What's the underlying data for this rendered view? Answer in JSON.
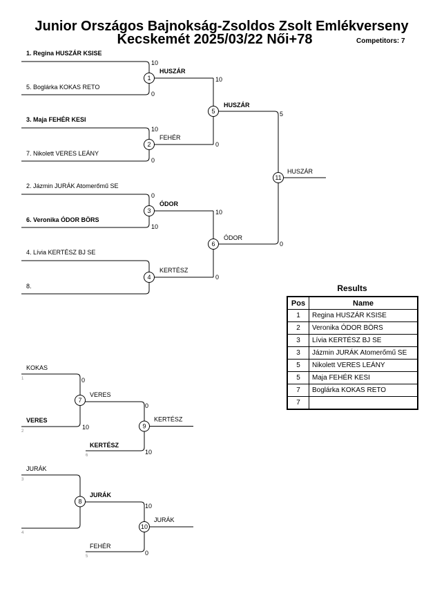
{
  "header": {
    "title_line1": "Junior Országos Bajnokság-Zsoldos Zsolt Emlékverseny",
    "title_line2": "Kecskemét 2025/03/22 Női+78",
    "competitors": "Competitors: 7"
  },
  "main_bracket": {
    "entrants": [
      {
        "label": "1. Regina HUSZÁR KSISE",
        "bold": true
      },
      {
        "label": "5. Boglárka KOKAS RETO",
        "bold": false
      },
      {
        "label": "3. Maja FEHÉR KESI",
        "bold": true
      },
      {
        "label": "7. Nikolett VERES LEÁNY",
        "bold": false
      },
      {
        "label": "2. Jázmin JURÁK Atomerőmű SE",
        "bold": false
      },
      {
        "label": "6. Veronika ÓDOR BÖRS",
        "bold": true
      },
      {
        "label": "4. Lívia KERTÉSZ BJ SE",
        "bold": false
      },
      {
        "label": "8.",
        "bold": false
      }
    ],
    "round1": [
      {
        "match": "1",
        "winner": "HUSZÁR",
        "scores": [
          "10",
          "0"
        ]
      },
      {
        "match": "2",
        "winner": "FEHÉR",
        "scores": [
          "10",
          "0"
        ]
      },
      {
        "match": "3",
        "winner": "ÓDOR",
        "scores": [
          "0",
          "10"
        ]
      },
      {
        "match": "4",
        "winner": "KERTÉSZ",
        "scores": [
          "",
          ""
        ]
      }
    ],
    "round2": [
      {
        "match": "5",
        "winner": "HUSZÁR",
        "scores": [
          "10",
          "0"
        ]
      },
      {
        "match": "6",
        "winner": "ÓDOR",
        "scores": [
          "10",
          "0"
        ]
      }
    ],
    "final": {
      "match": "11",
      "winner": "HUSZÁR",
      "scores": [
        "5",
        "0"
      ]
    }
  },
  "repechage": [
    {
      "first": {
        "name": "KOKAS",
        "seed": "1",
        "score": "0",
        "bold": false
      },
      "second": {
        "name": "VERES",
        "seed": "2",
        "score": "10",
        "bold": true
      },
      "match": "7",
      "r1_winner": "VERES",
      "r1_score": "0",
      "third": {
        "name": "KERTÉSZ",
        "seed": "6",
        "score": "10",
        "bold": true
      },
      "final_match": "9",
      "final_winner": "KERTÉSZ"
    },
    {
      "first": {
        "name": "JURÁK",
        "seed": "3",
        "score": "",
        "bold": false
      },
      "second": {
        "name": "",
        "seed": "4",
        "score": "",
        "bold": false
      },
      "match": "8",
      "r1_winner": "JURÁK",
      "r1_score": "10",
      "third": {
        "name": "FEHÉR",
        "seed": "5",
        "score": "0",
        "bold": false
      },
      "final_match": "10",
      "final_winner": "JURÁK"
    }
  ],
  "results": {
    "title": "Results",
    "headers": {
      "pos": "Pos",
      "name": "Name"
    },
    "rows": [
      {
        "pos": "1",
        "name": "Regina HUSZÁR KSISE"
      },
      {
        "pos": "2",
        "name": "Veronika ÓDOR BÖRS"
      },
      {
        "pos": "3",
        "name": "Lívia KERTÉSZ BJ SE"
      },
      {
        "pos": "3",
        "name": "Jázmin JURÁK Atomerőmű SE"
      },
      {
        "pos": "5",
        "name": "Nikolett VERES LEÁNY"
      },
      {
        "pos": "5",
        "name": "Maja FEHÉR KESI"
      },
      {
        "pos": "7",
        "name": "Boglárka KOKAS RETO"
      },
      {
        "pos": "7",
        "name": ""
      }
    ]
  }
}
